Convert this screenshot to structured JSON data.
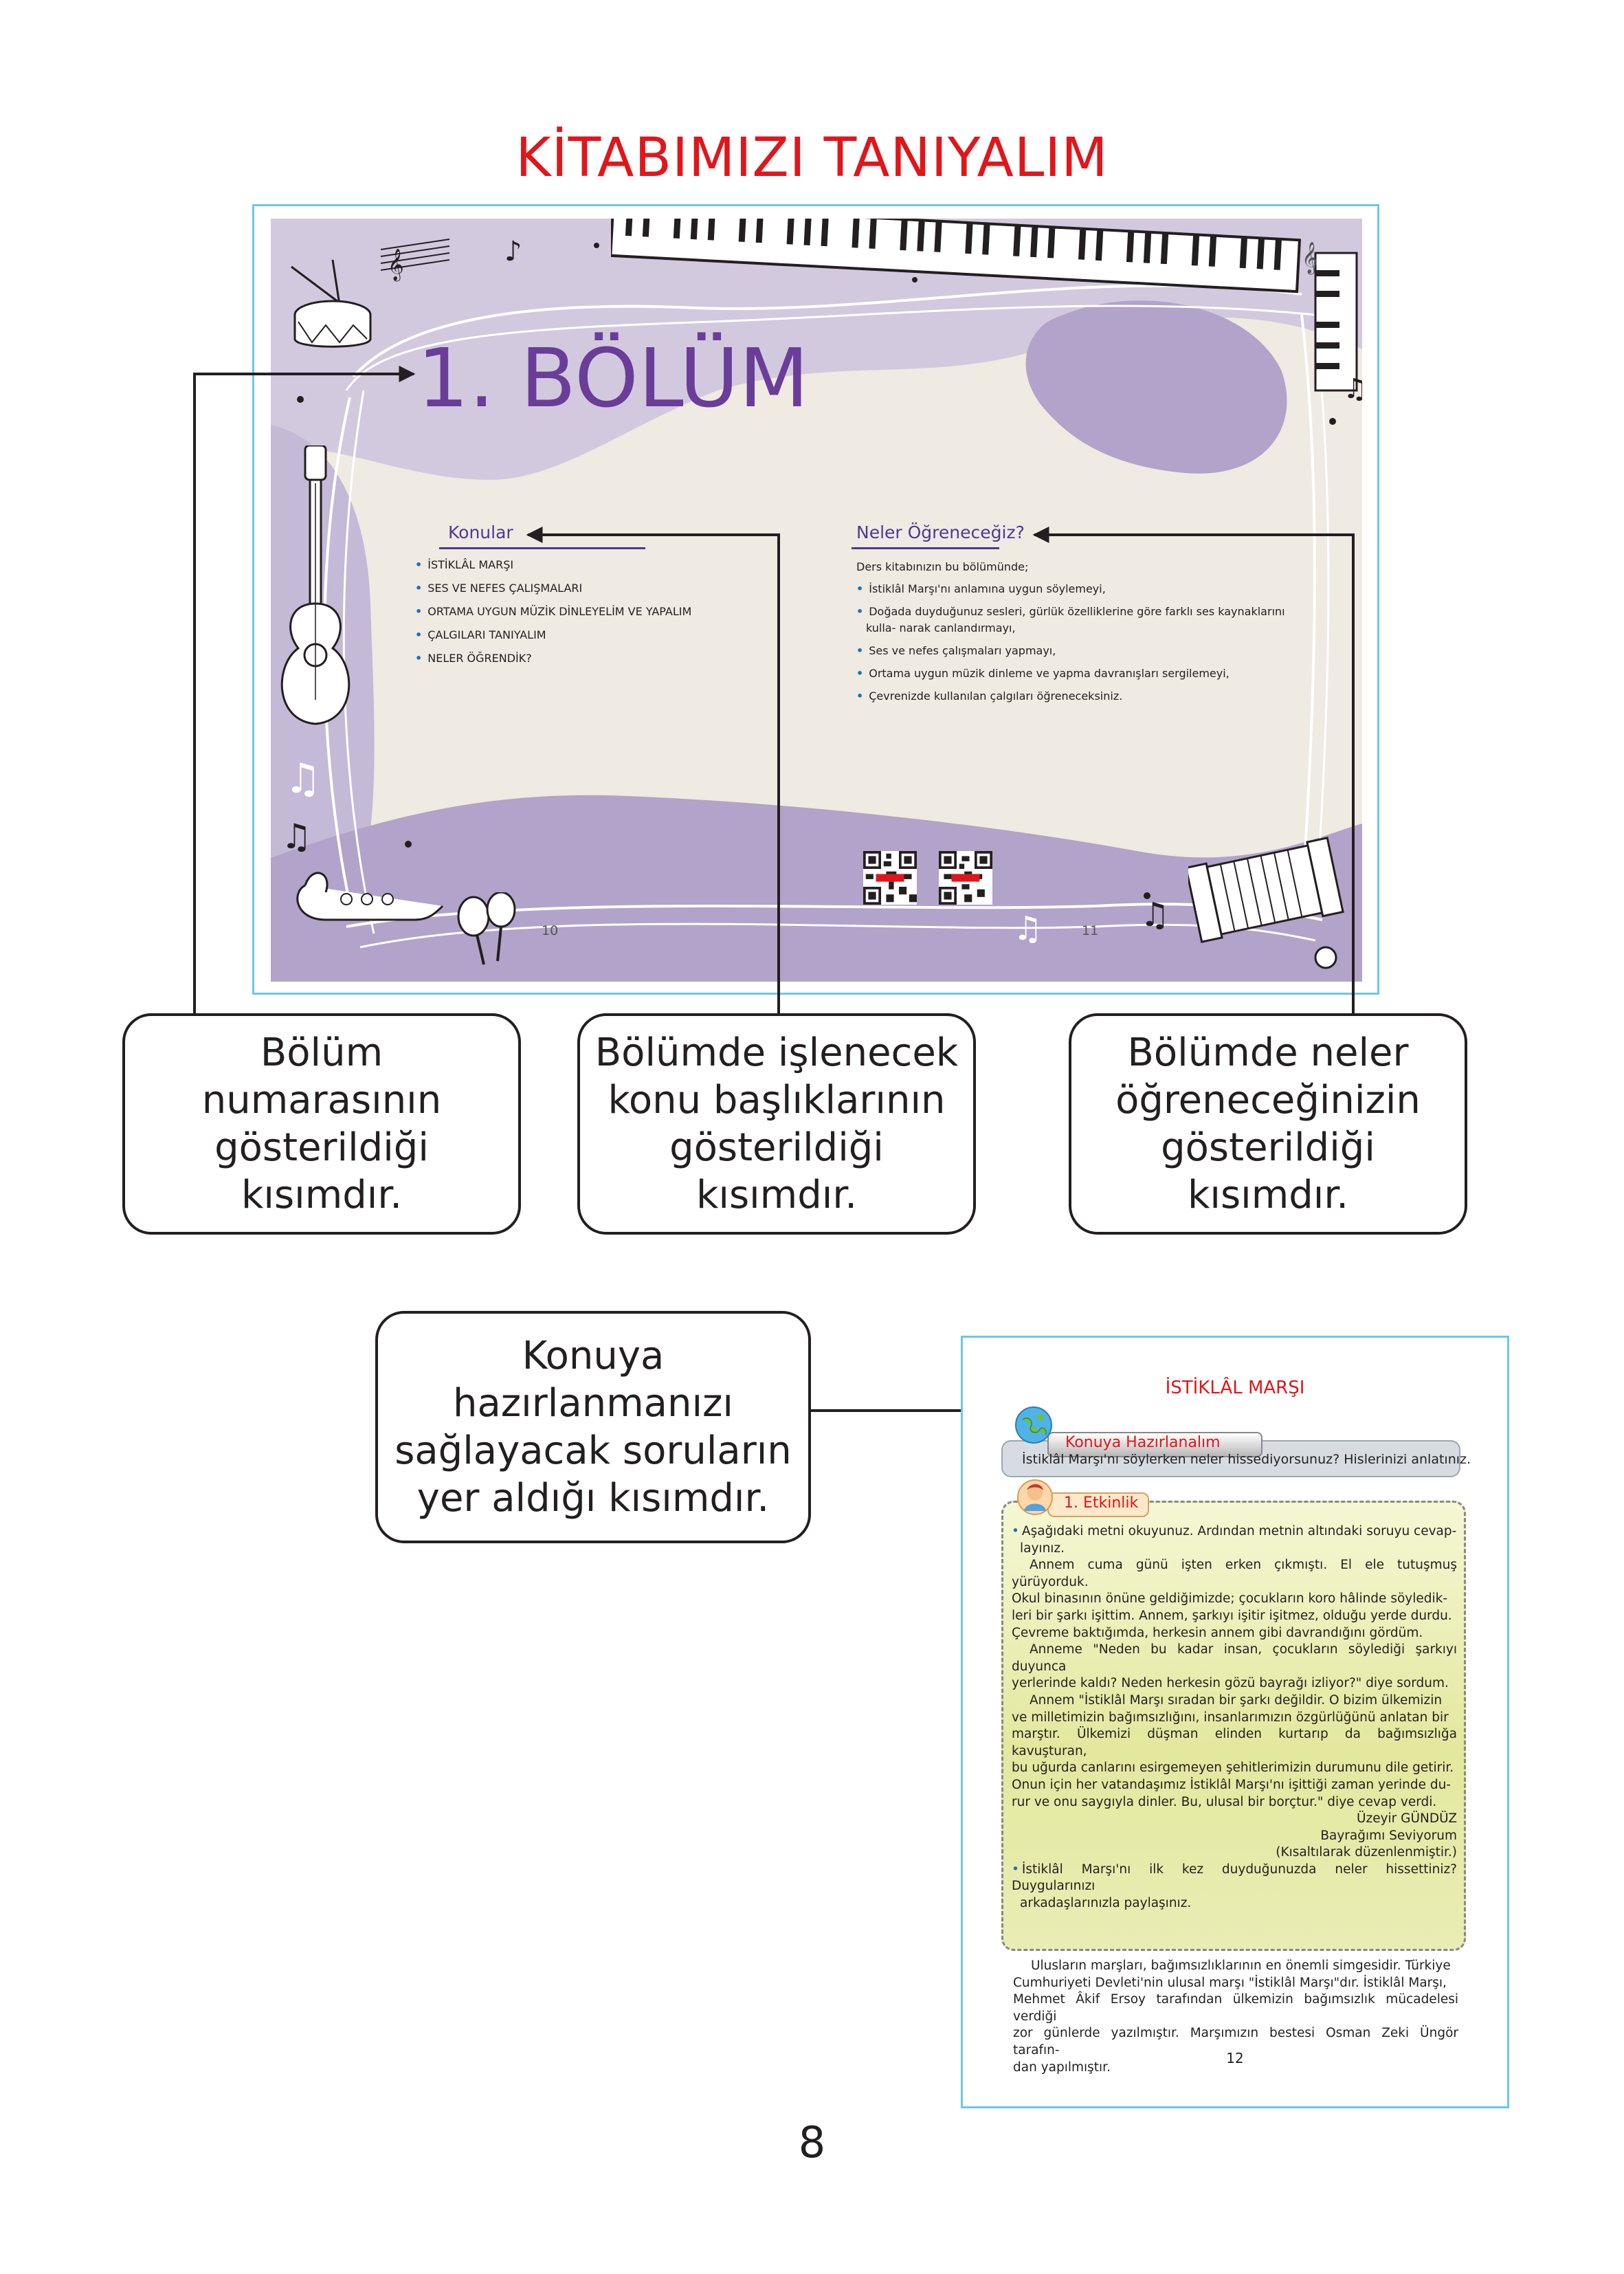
{
  "page_title": "KİTABIMIZI TANIYALIM",
  "spread": {
    "chapter_title": "1. BÖLÜM",
    "topics": {
      "heading": "Konular",
      "items": [
        "İSTİKLÂL MARŞI",
        "SES VE NEFES ÇALIŞMALARI",
        "ORTAMA UYGUN MÜZİK DİNLEYELİM VE YAPALIM",
        "ÇALGILARI TANIYALIM",
        "NELER ÖĞRENDİK?"
      ]
    },
    "learn": {
      "heading": "Neler Öğreneceğiz?",
      "intro": "Ders kitabınızın bu bölümünde;",
      "items": [
        "İstiklâl Marşı'nı anlamına uygun söylemeyi,",
        "Doğada duyduğunuz sesleri, gürlük özelliklerine göre farklı ses kaynaklarını kulla- narak canlandırmayı,",
        "Ses ve nefes çalışmaları yapmayı,",
        "Ortama uygun müzik dinleme ve yapma davranışları sergilemeyi,",
        "Çevrenizde kullanılan çalgıları öğreneceksiniz."
      ]
    },
    "page_left": "10",
    "page_right": "11"
  },
  "callouts": {
    "chapter_number": [
      "Bölüm",
      "numarasının",
      "gösterildiği",
      "kısımdır."
    ],
    "topic_titles": [
      "Bölümde işlenecek",
      "konu başlıklarının",
      "gösterildiği",
      "kısımdır."
    ],
    "what_you_learn": [
      "Bölümde neler",
      "öğreneceğinizin",
      "gösterildiği",
      "kısımdır."
    ],
    "prep_questions": [
      "Konuya",
      "hazırlanmanızı",
      "sağlayacak soruların",
      "yer aldığı kısımdır."
    ]
  },
  "sample_page": {
    "title": "İSTİKLÂL MARŞI",
    "prep_label": "Konuya Hazırlanalım",
    "prep_question": "İstiklâl Marşı'nı söylerken neler hissediyorsunuz? Hislerinizi anlatınız.",
    "activity_label": "1. Etkinlik",
    "activity_lines": [
      "Aşağıdaki metni okuyunuz. Ardından metnin altındaki soruyu cevap-",
      "layınız.",
      "Annem cuma günü işten erken çıkmıştı. El ele tutuşmuş yürüyorduk.",
      "Okul binasının önüne geldiğimizde; çocukların koro hâlinde söyledik-",
      "leri bir şarkı işittim. Annem, şarkıyı işitir işitmez, olduğu yerde durdu.",
      "Çevreme baktığımda, herkesin annem gibi davrandığını gördüm.",
      "Anneme \"Neden bu kadar insan, çocukların söylediği şarkıyı duyunca",
      "yerlerinde kaldı? Neden herkesin gözü bayrağı izliyor?\" diye sordum.",
      "Annem \"İstiklâl Marşı sıradan bir şarkı değildir. O bizim ülkemizin",
      "ve milletimizin bağımsızlığını, insanlarımızın özgürlüğünü anlatan bir",
      "marştır. Ülkemizi düşman elinden kurtarıp da bağımsızlığa kavuşturan,",
      "bu uğurda canlarını esirgemeyen şehitlerimizin durumunu dile getirir.",
      "Onun için her vatandaşımız İstiklâl Marşı'nı işittiği zaman yerinde du-",
      "rur ve onu saygıyla dinler. Bu, ulusal bir borçtur.\" diye cevap verdi."
    ],
    "author": "Üzeyir GÜNDÜZ",
    "source": "Bayrağımı Seviyorum",
    "note": "(Kısaltılarak düzenlenmiştir.)",
    "activity_question": [
      "İstiklâl Marşı'nı ilk kez duyduğunuzda neler hissettiniz? Duygularınızı",
      "arkadaşlarınızla paylaşınız."
    ],
    "body_lines": [
      "Ulusların marşları, bağımsızlıklarının en önemli simgesidir. Türkiye",
      "Cumhuriyeti Devleti'nin ulusal marşı \"İstiklâl Marşı\"dır. İstiklâl Marşı,",
      "Mehmet Âkif Ersoy tarafından ülkemizin bağımsızlık mücadelesi verdiği",
      "zor günlerde yazılmıştır. Marşımızın bestesi Osman Zeki Üngör tarafın-",
      "dan yapılmıştır."
    ],
    "page_number": "12"
  },
  "page_number": "8",
  "colors": {
    "title_red": "#e0161b",
    "purple": "#6a3d98",
    "frame_blue": "#6ec6e8",
    "bullet_blue": "#1d71b8"
  },
  "icons": [
    "drum-icon",
    "piano-keyboard-icon",
    "guitar-icon",
    "accordion-icon",
    "saxophone-icon",
    "maracas-icon",
    "music-note-icon",
    "qr-code-icon",
    "globe-icon",
    "child-icon"
  ]
}
